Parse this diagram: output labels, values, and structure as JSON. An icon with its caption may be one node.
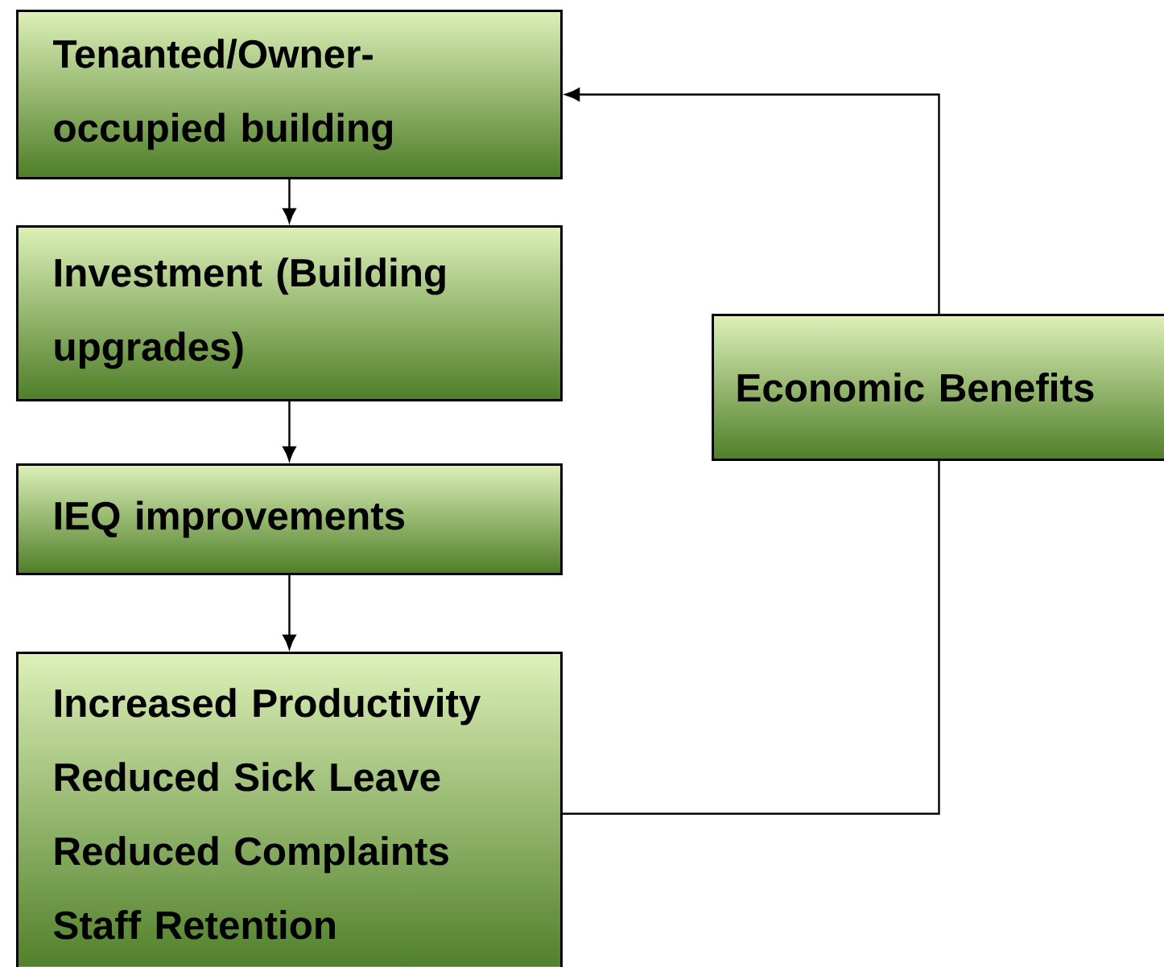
{
  "diagram": {
    "nodes": [
      {
        "text": [
          "Tenanted/Owner-occupied building"
        ]
      },
      {
        "text": [
          "Investment (Building upgrades)"
        ]
      },
      {
        "text": [
          "IEQ improvements"
        ]
      },
      {
        "text": [
          "Increased Productivity",
          "Reduced Sick Leave",
          "Reduced Complaints",
          "Staff Retention"
        ]
      },
      {
        "text": [
          "Economic Benefits"
        ]
      }
    ],
    "edges": [
      {
        "from": 0,
        "to": 1,
        "arrow": "to"
      },
      {
        "from": 1,
        "to": 2,
        "arrow": "to"
      },
      {
        "from": 2,
        "to": 3,
        "arrow": "to"
      },
      {
        "from": 3,
        "to": 4,
        "arrow": "none"
      },
      {
        "from": 4,
        "to": 0,
        "arrow": "to"
      }
    ]
  }
}
